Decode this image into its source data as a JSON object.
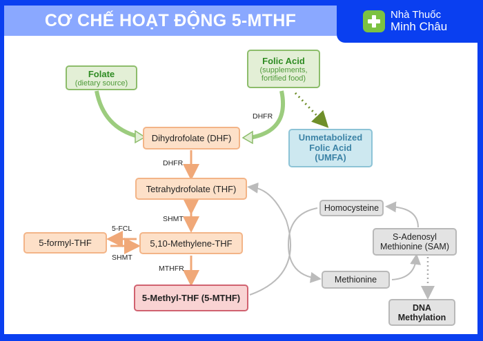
{
  "header": {
    "title": "CƠ CHẾ HOẠT ĐỘNG 5-MTHF",
    "brand_line1": "Nhà Thuốc",
    "brand_line2": "Minh Châu"
  },
  "nodes": {
    "folate": {
      "title": "Folate",
      "sub": "(dietary source)"
    },
    "folic_acid": {
      "title": "Folic Acid",
      "sub1": "(supplements,",
      "sub2": "fortified food)"
    },
    "dhf": "Dihydrofolate (DHF)",
    "umfa": {
      "l1": "Unmetabolized",
      "l2": "Folic Acid",
      "l3": "(UMFA)"
    },
    "thf": "Tetrahydrofolate (THF)",
    "formyl": "5-formyl-THF",
    "methylene": "5,10-Methylene-THF",
    "mthf": "5-Methyl-THF (5-MTHF)",
    "homocysteine": "Homocysteine",
    "sam": {
      "l1": "S-Adenosyl",
      "l2": "Methionine (SAM)"
    },
    "methionine": "Methionine",
    "dna": {
      "l1": "DNA",
      "l2": "Methylation"
    }
  },
  "labels": {
    "dhfr_top": "DHFR",
    "dhfr": "DHFR",
    "shmt": "SHMT",
    "fcl": "5-FCL",
    "shmt2": "SHMT",
    "mthfr": "MTHFR"
  },
  "colors": {
    "brand_blue": "#0a3ff0",
    "title_band": "#8aa8ff",
    "logo_green": "#7cc242"
  }
}
